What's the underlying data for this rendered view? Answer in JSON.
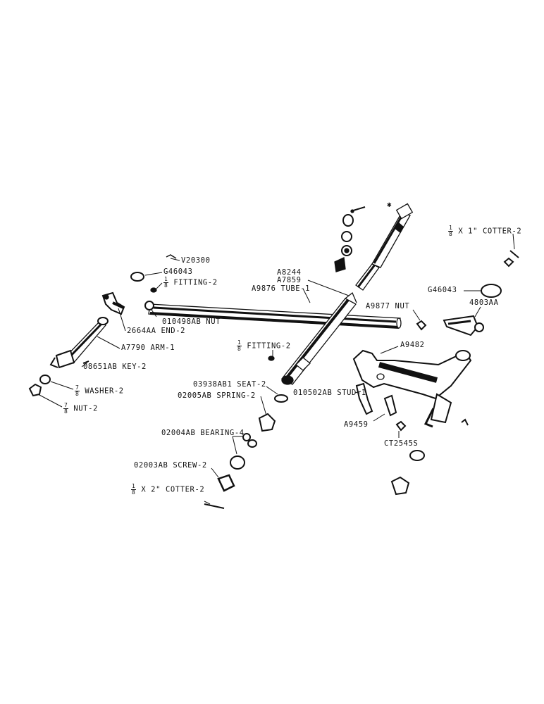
{
  "labels": {
    "v20300": "V20300",
    "g46043_left": "G46043",
    "fitting_top_frac": "1/8",
    "fitting_top": "FITTING-2",
    "nut_010498": "010498AB NUT",
    "end_2664": "2664AA END-2",
    "arm_7790": "A7790 ARM-1",
    "key_0865": "08651AB KEY-2",
    "washer_frac": "7/8",
    "washer": "WASHER-2",
    "nut_frac": "7/8",
    "nut": "NUT-2",
    "a8244": "A8244",
    "a7859": "A7859",
    "tube": "A9876 TUBE-1",
    "fitting_mid_frac": "1/8",
    "fitting_mid": "FITTING-2",
    "seat": "03938AB1 SEAT-2",
    "spring": "02005AB SPRING-2",
    "bearing": "02004AB BEARING-4",
    "screw": "02003AB SCREW-2",
    "cotter_bottom_frac": "1/8",
    "cotter_bottom": "X 2\" COTTER-2",
    "cotter_top_frac": "1/8",
    "cotter_top": "X 1\" COTTER-2",
    "g46043_right": "G46043",
    "end_4803": "4803AA",
    "nut_a9877": "A9877 NUT",
    "a9482": "A9482",
    "stud": "010502AB STUD-1",
    "a9459": "A9459",
    "ct2545": "CT2545S"
  }
}
